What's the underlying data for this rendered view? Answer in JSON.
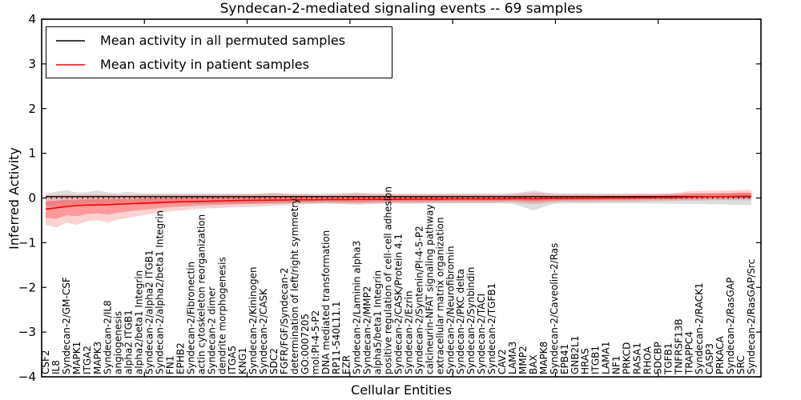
{
  "chart_data": {
    "type": "line",
    "title": "Syndecan-2-mediated signaling events -- 69 samples",
    "xlabel": "Cellular Entities",
    "ylabel": "Inferred Activity",
    "xlim": [
      0,
      70
    ],
    "ylim": [
      -4,
      4
    ],
    "yticks": [
      -4,
      -3,
      -2,
      -1,
      0,
      1,
      2,
      3,
      4
    ],
    "xticks": [
      10,
      20,
      30,
      40,
      50,
      60
    ],
    "grid": false,
    "legend_position": "upper left",
    "zero_reference_line": {
      "y": 0,
      "style": "dotted",
      "color": "#000000"
    },
    "categories": [
      "CSF2",
      "IL8",
      "Syndecan-2/GM-CSF",
      "MAPK1",
      "ITGA2",
      "MAPK3",
      "Syndecan-2/IL8",
      "angiogenesis",
      "alpha2 ITGB1",
      "alpha2/beta1 Integrin",
      "Syndecan-2/alpha2 ITGB1",
      "Syndecan-2/alpha2/beta1 Integrin",
      "FN1",
      "EPHB2",
      "Syndecan-2/Fibronectin",
      "actin cytoskeleton reorganization",
      "Syndecan-2 dimer",
      "dendrite morphogenesis",
      "ITGA5",
      "KNG1",
      "Syndecan-2/Kininogen",
      "Syndecan-2/CASK",
      "SDC2",
      "FGFR/FGF/Syndecan-2",
      "determination of left/right symmetry",
      "GO:0007205",
      "mol:PI-4-5-P2",
      "DNA mediated transformation",
      "RP11-540L11.1",
      "EZR",
      "Syndecan-2/Laminin alpha3",
      "Syndecan-2/MMP2",
      "alpha5/beta1 Integrin",
      "positive regulation of cell-cell adhesion",
      "Syndecan-2/CASK/Protein 4.1",
      "Syndecan-2/Ezrin",
      "Syndecan-2/Syntenin/PI-4-5-P2",
      "calcineurin-NFAT signaling pathway",
      "extracellular matrix organization",
      "Syndecan-2/Neurofibromin",
      "Syndecan-2/PKC delta",
      "Syndecan-2/Synbindin",
      "Syndecan-2/TACI",
      "Syndecan-2/TGFB1",
      "CAV2",
      "LAMA3",
      "MMP2",
      "BAX",
      "MAPK8",
      "Syndecan-2/Caveolin-2/Ras",
      "EPB41",
      "GNB2L1",
      "HRAS",
      "ITGB1",
      "LAMA1",
      "NF1",
      "PRKCD",
      "RASA1",
      "RHOA",
      "SDCBP",
      "TGFB1",
      "TNFRSF13B",
      "TRAPPC4",
      "Syndecan-2/RACK1",
      "CASP3",
      "PRKACA",
      "Syndecan-2/RasGAP",
      "SRC",
      "Syndecan-2/RasGAP/Src"
    ],
    "series": [
      {
        "name": "Mean activity in all permuted samples",
        "color": "#000000",
        "line_width": 1.3,
        "values": [
          0.03,
          0.03,
          0.03,
          0.03,
          0.03,
          0.03,
          0.03,
          0.03,
          0.03,
          0.03,
          0.03,
          0.03,
          0.03,
          0.03,
          0.03,
          0.03,
          0.03,
          0.03,
          0.03,
          0.03,
          0.03,
          0.03,
          0.03,
          0.03,
          0.03,
          0.03,
          0.03,
          0.03,
          0.03,
          0.03,
          0.03,
          0.03,
          0.03,
          0.03,
          0.03,
          0.03,
          0.03,
          0.03,
          0.03,
          0.03,
          0.03,
          0.03,
          0.03,
          0.03,
          0.03,
          0.03,
          0.03,
          0.03,
          0.03,
          0.03,
          0.03,
          0.03,
          0.03,
          0.03,
          0.03,
          0.03,
          0.03,
          0.03,
          0.03,
          0.03,
          0.03,
          0.03,
          0.03,
          0.03,
          0.03,
          0.03,
          0.03,
          0.03,
          0.03
        ],
        "band": {
          "color": "#000000",
          "opacity": 0.13,
          "upper": [
            0.1,
            0.14,
            0.18,
            0.12,
            0.13,
            0.17,
            0.12,
            0.11,
            0.14,
            0.11,
            0.1,
            0.1,
            0.1,
            0.1,
            0.1,
            0.1,
            0.1,
            0.1,
            0.1,
            0.1,
            0.1,
            0.11,
            0.12,
            0.11,
            0.1,
            0.1,
            0.1,
            0.1,
            0.1,
            0.11,
            0.12,
            0.11,
            0.1,
            0.1,
            0.1,
            0.1,
            0.1,
            0.1,
            0.1,
            0.1,
            0.1,
            0.1,
            0.1,
            0.1,
            0.1,
            0.11,
            0.13,
            0.17,
            0.13,
            0.11,
            0.1,
            0.1,
            0.1,
            0.1,
            0.1,
            0.1,
            0.1,
            0.1,
            0.1,
            0.1,
            0.1,
            0.1,
            0.11,
            0.11,
            0.11,
            0.11,
            0.11,
            0.12,
            0.12
          ],
          "lower": [
            -0.18,
            -0.2,
            -0.18,
            -0.17,
            -0.16,
            -0.17,
            -0.16,
            -0.15,
            -0.15,
            -0.14,
            -0.14,
            -0.14,
            -0.13,
            -0.13,
            -0.13,
            -0.13,
            -0.13,
            -0.13,
            -0.13,
            -0.13,
            -0.13,
            -0.13,
            -0.13,
            -0.13,
            -0.12,
            -0.12,
            -0.12,
            -0.12,
            -0.12,
            -0.12,
            -0.13,
            -0.12,
            -0.12,
            -0.12,
            -0.12,
            -0.12,
            -0.12,
            -0.12,
            -0.12,
            -0.12,
            -0.12,
            -0.12,
            -0.12,
            -0.12,
            -0.12,
            -0.13,
            -0.2,
            -0.28,
            -0.2,
            -0.13,
            -0.12,
            -0.12,
            -0.12,
            -0.12,
            -0.12,
            -0.12,
            -0.12,
            -0.12,
            -0.12,
            -0.12,
            -0.13,
            -0.13,
            -0.13,
            -0.13,
            -0.14,
            -0.14,
            -0.15,
            -0.15,
            -0.16
          ]
        }
      },
      {
        "name": "Mean activity in patient samples",
        "color": "#ff0000",
        "line_width": 1.6,
        "values": [
          -0.25,
          -0.22,
          -0.19,
          -0.17,
          -0.16,
          -0.155,
          -0.15,
          -0.14,
          -0.13,
          -0.12,
          -0.11,
          -0.1,
          -0.09,
          -0.085,
          -0.08,
          -0.075,
          -0.07,
          -0.065,
          -0.06,
          -0.055,
          -0.05,
          -0.05,
          -0.045,
          -0.045,
          -0.04,
          -0.04,
          -0.04,
          -0.035,
          -0.035,
          -0.035,
          -0.03,
          -0.03,
          -0.03,
          -0.03,
          -0.03,
          -0.025,
          -0.025,
          -0.025,
          -0.025,
          -0.02,
          -0.02,
          -0.02,
          -0.02,
          -0.02,
          -0.02,
          -0.015,
          -0.015,
          -0.02,
          -0.015,
          -0.01,
          -0.01,
          -0.01,
          -0.005,
          -0.005,
          0.0,
          0.0,
          0.0,
          0.005,
          0.005,
          0.01,
          0.01,
          0.015,
          0.02,
          0.025,
          0.03,
          0.03,
          0.035,
          0.04,
          0.04
        ],
        "band": {
          "color": "#ff0000",
          "opacity": 0.18,
          "inner_opacity": 0.27,
          "upper": [
            0.06,
            0.07,
            0.08,
            0.07,
            0.08,
            0.08,
            0.08,
            0.07,
            0.07,
            0.07,
            0.08,
            0.08,
            0.08,
            0.08,
            0.08,
            0.08,
            0.08,
            0.08,
            0.08,
            0.08,
            0.08,
            0.09,
            0.1,
            0.09,
            0.08,
            0.08,
            0.07,
            0.07,
            0.08,
            0.09,
            0.1,
            0.09,
            0.09,
            0.08,
            0.08,
            0.08,
            0.08,
            0.08,
            0.08,
            0.08,
            0.08,
            0.08,
            0.08,
            0.08,
            0.08,
            0.08,
            0.1,
            0.12,
            0.1,
            0.08,
            0.08,
            0.08,
            0.08,
            0.08,
            0.08,
            0.08,
            0.08,
            0.09,
            0.09,
            0.09,
            0.1,
            0.12,
            0.15,
            0.16,
            0.16,
            0.17,
            0.17,
            0.18,
            0.18
          ],
          "lower": [
            -0.6,
            -0.66,
            -0.55,
            -0.6,
            -0.52,
            -0.5,
            -0.55,
            -0.48,
            -0.44,
            -0.4,
            -0.36,
            -0.33,
            -0.3,
            -0.28,
            -0.26,
            -0.24,
            -0.23,
            -0.22,
            -0.21,
            -0.2,
            -0.19,
            -0.18,
            -0.17,
            -0.16,
            -0.15,
            -0.14,
            -0.13,
            -0.12,
            -0.13,
            -0.14,
            -0.15,
            -0.14,
            -0.13,
            -0.12,
            -0.12,
            -0.12,
            -0.12,
            -0.11,
            -0.11,
            -0.11,
            -0.11,
            -0.11,
            -0.11,
            -0.11,
            -0.1,
            -0.1,
            -0.12,
            -0.14,
            -0.12,
            -0.1,
            -0.09,
            -0.09,
            -0.09,
            -0.09,
            -0.08,
            -0.08,
            -0.08,
            -0.08,
            -0.07,
            -0.07,
            -0.07,
            -0.06,
            -0.06,
            -0.06,
            -0.05,
            -0.05,
            -0.05,
            -0.05,
            -0.05
          ]
        }
      }
    ]
  }
}
